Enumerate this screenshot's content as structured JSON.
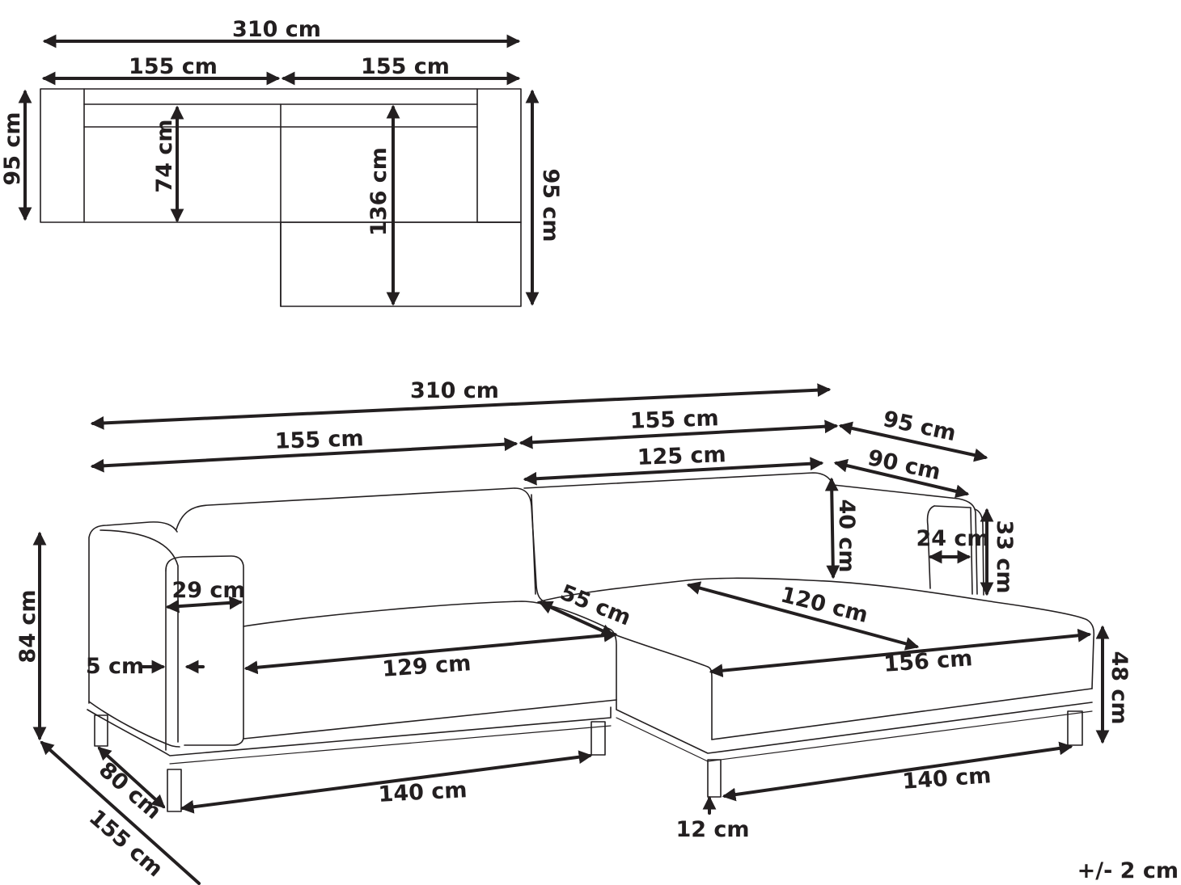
{
  "top_view": {
    "overall_width": "310 cm",
    "left_width": "155 cm",
    "right_width": "155 cm",
    "left_depth": "95 cm",
    "seat_depth": "74 cm",
    "chaise_length": "136 cm",
    "right_depth": "95 cm"
  },
  "perspective_view": {
    "overall_width": "310 cm",
    "section_width_left": "155 cm",
    "section_width_right": "155 cm",
    "chaise_width": "95 cm",
    "back_width": "125 cm",
    "inner_chaise_width": "90 cm",
    "backrest_height": "40 cm",
    "armrest_width_right": "24 cm",
    "armrest_height": "33 cm",
    "total_height": "84 cm",
    "armrest_width_left": "29 cm",
    "seat_depth": "55 cm",
    "chaise_depth": "120 cm",
    "base_inset": "5 cm",
    "seat_width": "129 cm",
    "chaise_length": "156 cm",
    "seat_height": "48 cm",
    "depth": "80 cm",
    "side_length": "155 cm",
    "leg_span_left": "140 cm",
    "leg_span_right": "140 cm",
    "leg_height": "12 cm"
  },
  "tolerance": "+/- 2 cm"
}
